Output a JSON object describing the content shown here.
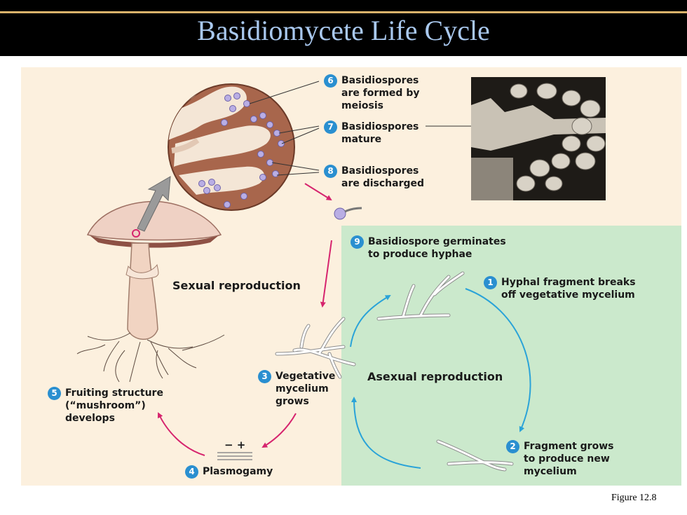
{
  "slide": {
    "title": "Basidiomycete Life Cycle",
    "figure_caption": "Figure  12.8"
  },
  "diagram": {
    "steps": [
      {
        "number": "1",
        "text": "Hyphal fragment breaks off vegetative mycelium"
      },
      {
        "number": "2",
        "text": "Fragment grows to produce new mycelium"
      },
      {
        "number": "3",
        "text": "Vegetative mycelium grows"
      },
      {
        "number": "4",
        "text": "Plasmogamy"
      },
      {
        "number": "5",
        "text": "Fruiting structure (“mushroom”) develops"
      },
      {
        "number": "6",
        "text": "Basidiospores are formed by meiosis"
      },
      {
        "number": "7",
        "text": "Basidiospores mature"
      },
      {
        "number": "8",
        "text": "Basidiospores are discharged"
      },
      {
        "number": "9",
        "text": "Basidiospore germinates to produce hyphae"
      }
    ],
    "region_labels": {
      "sexual": "Sexual reproduction",
      "asexual": "Asexual reproduction"
    },
    "mating_signs": "−  +",
    "colors": {
      "sexual_arrow": "#d6246e",
      "asexual_arrow": "#2aa3d8",
      "badge": "#2a8fd0",
      "asexual_background": "#cbe9cc",
      "panel_background": "#fcf0de",
      "title_text": "#a9c8ee"
    }
  }
}
